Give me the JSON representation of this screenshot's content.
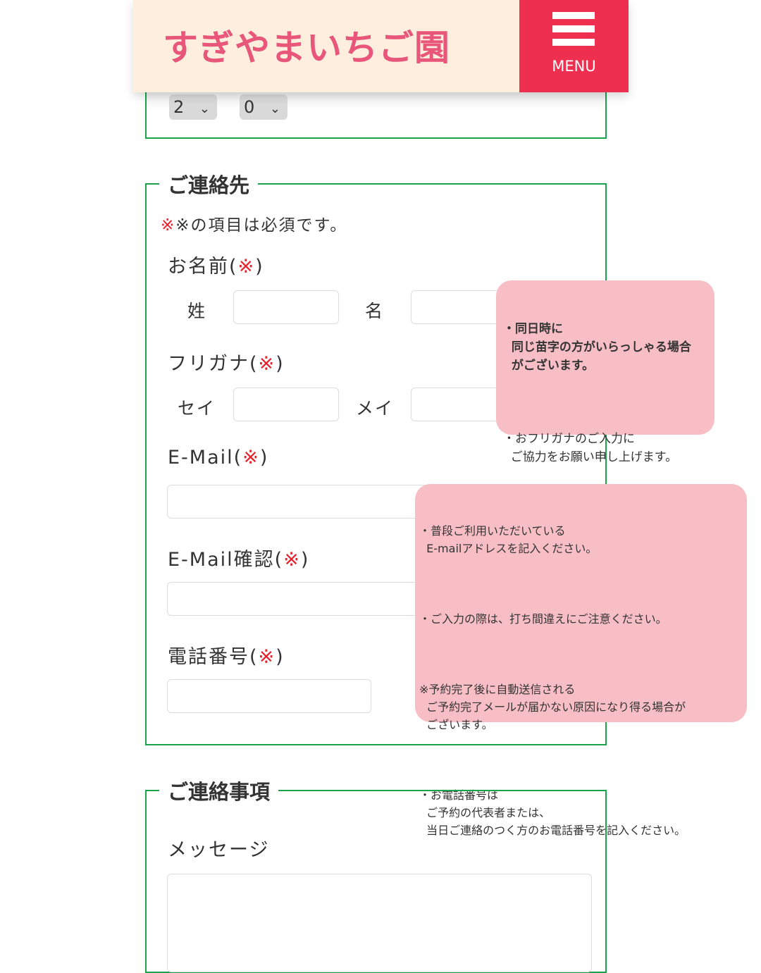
{
  "header": {
    "logo": "すぎやまいちご園",
    "menu_label": "MENU"
  },
  "time_selects": [
    {
      "value": "2"
    },
    {
      "value": "0"
    }
  ],
  "contact": {
    "legend": "ご連絡先",
    "required_note": "※の項目は必須です。",
    "required_mark": "※",
    "name": {
      "label": "お名前",
      "last": "姓",
      "first": "名"
    },
    "furigana": {
      "label": "フリガナ",
      "last": "セイ",
      "first": "メイ"
    },
    "email": {
      "label": "E-Mail"
    },
    "email_confirm": {
      "label": "E-Mail確認"
    },
    "phone": {
      "label": "電話番号"
    }
  },
  "tooltip_name": [
    "・同日時に\n  同じ苗字の方がいらっしゃる場合\n  がございます。",
    "・おフリガナのご入力に\n  ご協力をお願い申し上げます。"
  ],
  "tooltip_email": [
    "・普段ご利用いただいている\n  E-mailアドレスを記入ください。",
    "・ご入力の際は、打ち間違えにご注意ください。",
    "※予約完了後に自動送信される\n  ご予約完了メールが届かない原因になり得る場合が\n  ございます。",
    "・お電話番号は\n  ご予約の代表者または、\n  当日ご連絡のつく方のお電話番号を記入ください。"
  ],
  "notes": {
    "legend": "ご連絡事項",
    "message_label": "メッセージ"
  },
  "colors": {
    "header_bg": "#fdeede",
    "menu_bg": "#ee2f50",
    "logo": "#e8577a",
    "border": "#1aa34a",
    "tooltip": "#f7bec5",
    "required": "#e8202a"
  }
}
